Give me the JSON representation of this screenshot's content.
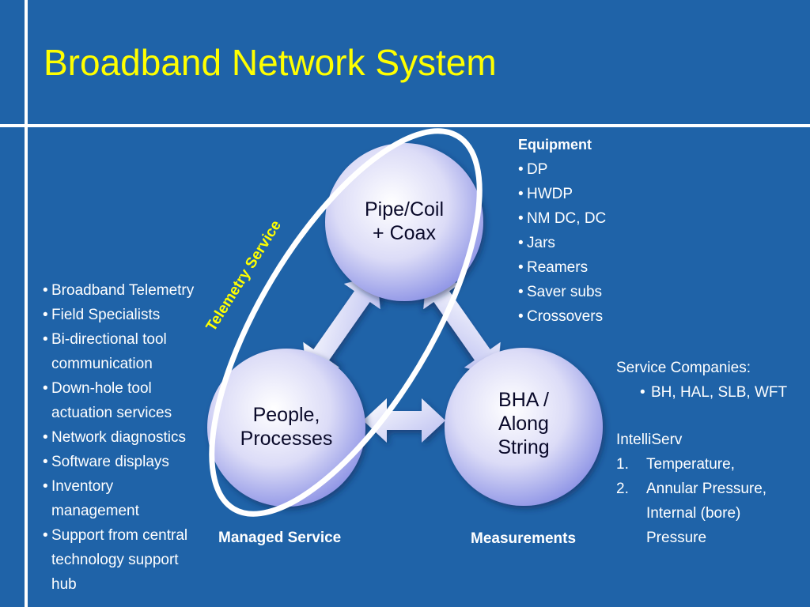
{
  "title": "Broadband Network System",
  "nodes": {
    "top": {
      "line1": "Pipe/Coil",
      "line2": "+ Coax"
    },
    "left": {
      "line1": "People,",
      "line2": "Processes"
    },
    "right": {
      "line1": "BHA /",
      "line2": "Along",
      "line3": "String"
    }
  },
  "ellipse_label": "Telemetry Service",
  "left_list": [
    "Broadband Telemetry",
    "Field Specialists",
    "Bi-directional tool communication",
    "Down-hole tool actuation services",
    "Network diagnostics",
    "Software displays",
    "Inventory management",
    "Support from central technology support hub"
  ],
  "equipment": {
    "heading": "Equipment",
    "items": [
      "DP",
      "HWDP",
      "NM DC, DC",
      "Jars",
      "Reamers",
      "Saver subs",
      "Crossovers"
    ]
  },
  "service_companies": {
    "heading": "Service Companies:",
    "items": [
      "BH, HAL, SLB, WFT"
    ]
  },
  "intelliserv": {
    "heading": "IntelliServ",
    "items": [
      {
        "num": "1.",
        "text": "Temperature,"
      },
      {
        "num": "2.",
        "text": "Annular Pressure, Internal (bore) Pressure"
      }
    ]
  },
  "captions": {
    "managed_service": "Managed Service",
    "measurements": "Measurements"
  },
  "colors": {
    "background": "#1f63a8",
    "title": "#ffff00",
    "node_fill_center": "#ffffff",
    "node_fill_edge": "#8f95e6"
  }
}
